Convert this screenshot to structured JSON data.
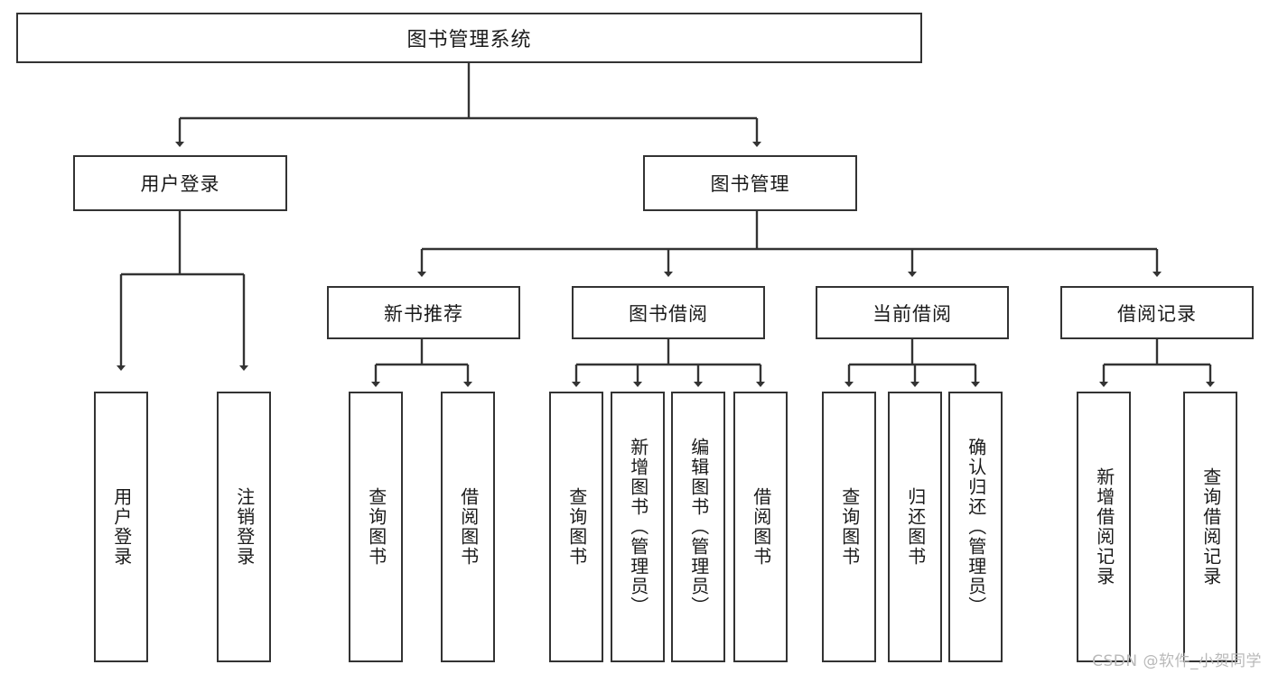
{
  "diagram": {
    "type": "tree",
    "title": "图书管理系统",
    "watermark": "CSDN @软件_小贺同学",
    "colors": {
      "border": "#333333",
      "background": "#ffffff",
      "text": "#1a1a1a",
      "watermark": "#b9b9b9"
    },
    "nodes": {
      "root": {
        "label": "图书管理系统"
      },
      "level1": [
        {
          "id": "user-login",
          "label": "用户登录"
        },
        {
          "id": "book-manage",
          "label": "图书管理"
        }
      ],
      "level2": [
        {
          "id": "new-book-recommend",
          "label": "新书推荐"
        },
        {
          "id": "book-borrow",
          "label": "图书借阅"
        },
        {
          "id": "current-borrow",
          "label": "当前借阅"
        },
        {
          "id": "borrow-record",
          "label": "借阅记录"
        }
      ],
      "leaves": {
        "user_login": [
          {
            "id": "leaf-user-login",
            "label": "用户登录"
          },
          {
            "id": "leaf-logout-login",
            "label": "注销登录"
          }
        ],
        "new_book_recommend": [
          {
            "id": "leaf-query-book-1",
            "label": "查询图书"
          },
          {
            "id": "leaf-borrow-book-1",
            "label": "借阅图书"
          }
        ],
        "book_borrow": [
          {
            "id": "leaf-query-book-2",
            "label": "查询图书"
          },
          {
            "id": "leaf-add-book",
            "label": "新增图书（管理员）"
          },
          {
            "id": "leaf-edit-book",
            "label": "编辑图书（管理员）"
          },
          {
            "id": "leaf-borrow-book-2",
            "label": "借阅图书"
          }
        ],
        "current_borrow": [
          {
            "id": "leaf-query-book-3",
            "label": "查询图书"
          },
          {
            "id": "leaf-return-book",
            "label": "归还图书"
          },
          {
            "id": "leaf-confirm-return",
            "label": "确认归还（管理员）"
          }
        ],
        "borrow_record": [
          {
            "id": "leaf-add-record",
            "label": "新增借阅记录"
          },
          {
            "id": "leaf-query-record",
            "label": "查询借阅记录"
          }
        ]
      }
    }
  }
}
